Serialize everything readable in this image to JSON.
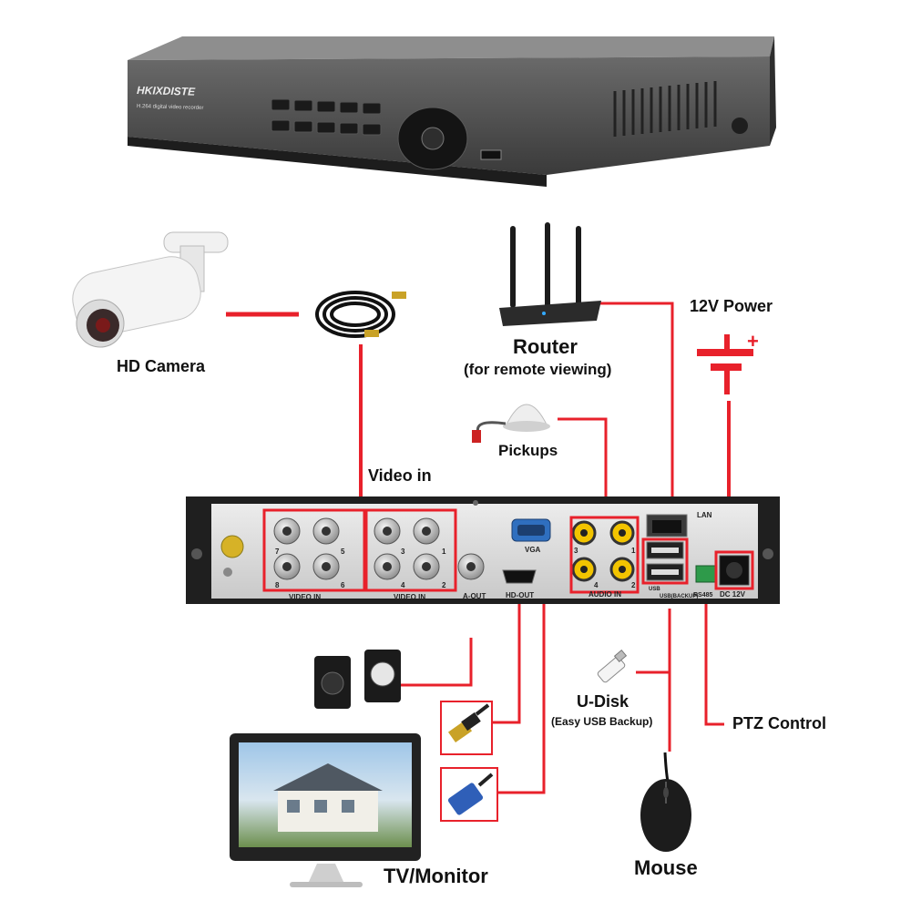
{
  "dvr_front": {
    "brand": "HKIXDISTE",
    "model_line": "H.264 digital video recorder"
  },
  "labels": {
    "hd_camera": "HD Camera",
    "router": "Router",
    "router_sub": "(for remote viewing)",
    "power": "12V Power",
    "pickups": "Pickups",
    "video_in": "Video in",
    "u_disk": "U-Disk",
    "u_disk_sub": "(Easy USB Backup)",
    "ptz": "PTZ Control",
    "mouse": "Mouse",
    "tv": "TV/Monitor"
  },
  "rear_panel": {
    "video_in_left": "VIDEO IN",
    "video_in_right": "VIDEO IN",
    "bnc_left_numbers": [
      "7",
      "5",
      "8",
      "6"
    ],
    "bnc_right_numbers": [
      "3",
      "1",
      "4",
      "2"
    ],
    "a_out": "A-OUT",
    "vga": "VGA",
    "hd_out": "HD-OUT",
    "audio_in": "AUDIO IN",
    "audio_numbers": [
      "3",
      "1",
      "4",
      "2"
    ],
    "lan": "LAN",
    "usb_top": "USB",
    "usb_bottom": "USB(BACKUP)",
    "rs485": "RS485",
    "dc12v": "DC 12V"
  },
  "colors": {
    "wire": "#e8212b",
    "device_dark": "#2a2a2a",
    "panel_face": "#d8d8d8"
  }
}
